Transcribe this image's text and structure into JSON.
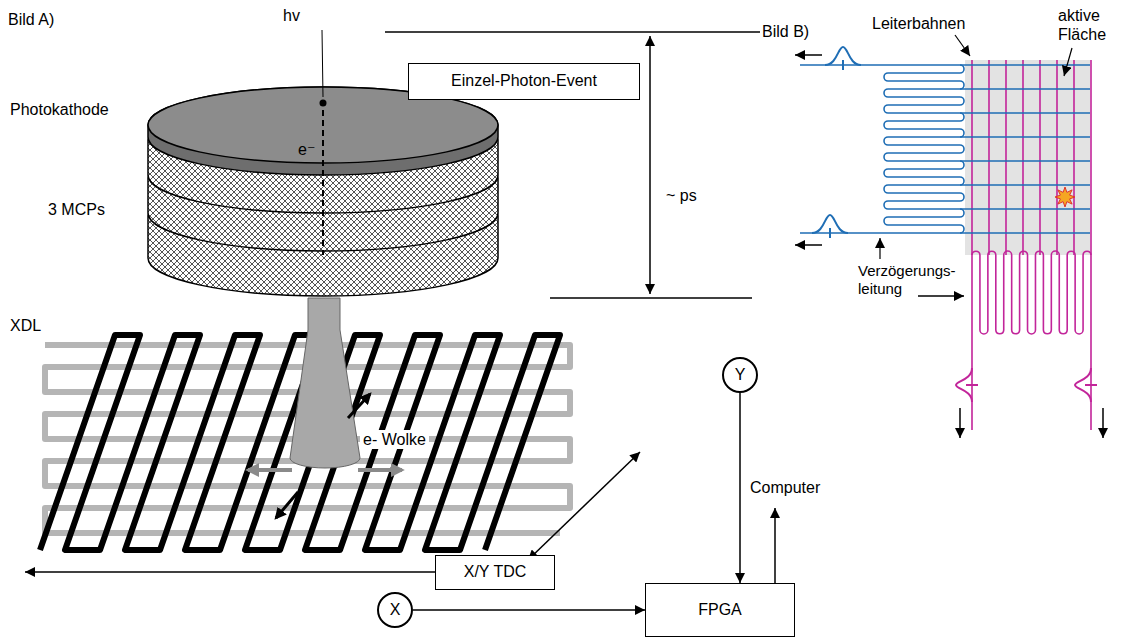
{
  "diagram": {
    "nodes": [
      {
        "text": [
          "Einzel-Photon-Event"
        ]
      },
      {
        "text": [
          "Y"
        ]
      },
      {
        "text": [
          "X/Y TDC"
        ]
      },
      {
        "text": [
          "X"
        ]
      },
      {
        "text": [
          "FPGA"
        ]
      }
    ],
    "edges": [
      {
        "from": 1,
        "to": 4,
        "arrow": "to"
      },
      {
        "from": 3,
        "to": 4,
        "arrow": "to"
      }
    ],
    "labels": [
      "Bild A)",
      "hv",
      "e⁻",
      "Photokathode",
      "3 MCPs",
      "~ ps",
      "XDL",
      "e- Wolke",
      "Computer",
      "Bild B)",
      "Leiterbahnen",
      "aktive Fläche",
      "Verzögerungs- leitung"
    ]
  }
}
